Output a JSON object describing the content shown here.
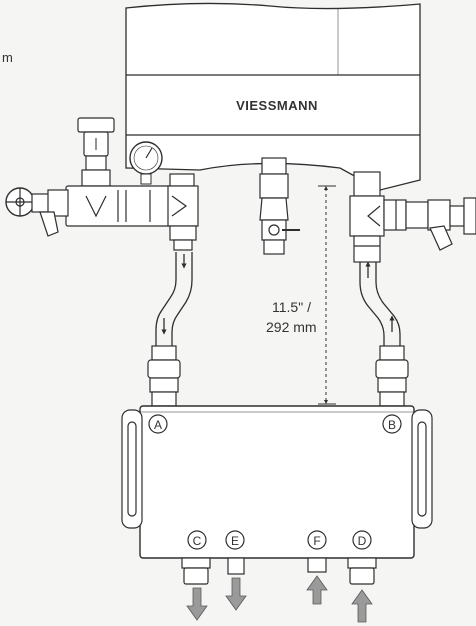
{
  "fragment": {
    "text": "m"
  },
  "brand": {
    "logo_text": "VIESSMANN"
  },
  "dimension": {
    "line1": "11.5\" /",
    "line2": "292 mm"
  },
  "connections": {
    "a": "A",
    "b": "B",
    "c": "C",
    "d": "D",
    "e": "E",
    "f": "F"
  },
  "colors": {
    "line": "#2e2e2e",
    "fill": "#ffffff",
    "background": "#f5f5f3",
    "shade": "#9a9a9a"
  }
}
